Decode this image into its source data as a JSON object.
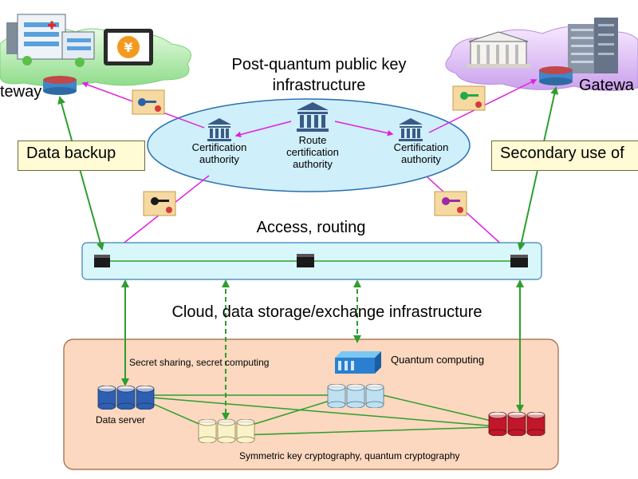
{
  "title_line1": "Post-quantum public key",
  "title_line2": "infrastructure",
  "gateway_left": "teway",
  "gateway_right": "Gatewa",
  "callout_left": "Data backup",
  "callout_right": "Secondary use of",
  "ca_left": [
    "Certification",
    "authority"
  ],
  "ca_root": [
    "Route",
    "certification",
    "authority"
  ],
  "ca_right": [
    "Certification",
    "authority"
  ],
  "access_label": "Access, routing",
  "cloud_label": "Cloud, data storage/exchange infrastructure",
  "secret_label": "Secret sharing, secret computing",
  "quantum_label": "Quantum computing",
  "data_server_label": "Data server",
  "symmetric_label": "Symmetric key cryptography, quantum cryptography",
  "colors": {
    "ellipse_fill": "#cfeffa",
    "access_fill": "#d8f7fb",
    "storage_fill": "#fbd8bf",
    "green_arrow": "#2e9e2e",
    "magenta_arrow": "#e020e0",
    "db_blue": "#2f5fb0",
    "db_lightblue": "#bfe0f0",
    "db_cream": "#fbf3c8",
    "db_red": "#c0182a",
    "cloud_green": "#9ee49a",
    "cloud_purple": "#dcb4f2"
  }
}
